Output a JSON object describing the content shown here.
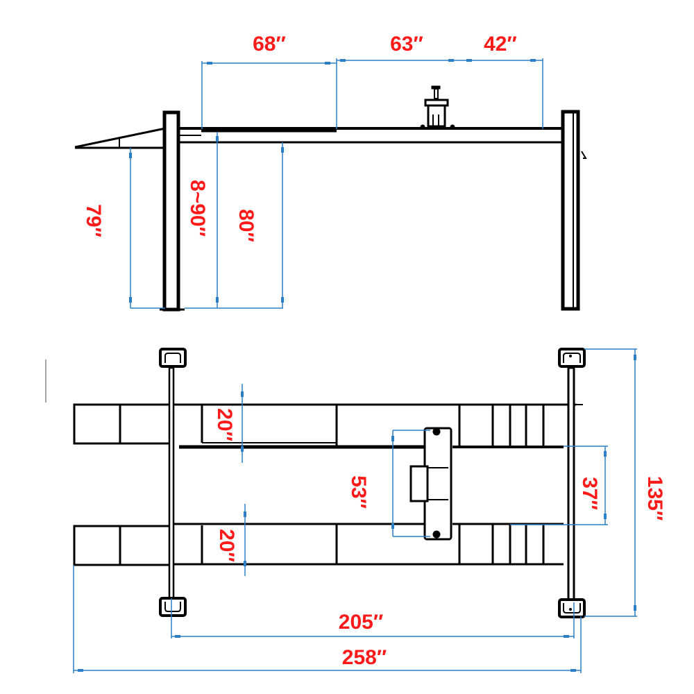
{
  "title": "Four-post lift dimension drawing",
  "colors": {
    "label": "#ff1a1a",
    "dimension_line": "#2a7fc7",
    "structure": "#000000",
    "background": "#ffffff"
  },
  "side_view": {
    "dimensions": {
      "top_left": "68″",
      "top_middle": "63″",
      "top_right": "42″",
      "ramp_height": "79″",
      "runway_height_range": "8~90″",
      "under_beam_height": "80″"
    }
  },
  "top_view": {
    "dimensions": {
      "runway_width_upper": "20″",
      "runway_width_lower": "20″",
      "jack_span": "53″",
      "inner_gap": "37″",
      "overall_width": "135″",
      "post_spacing": "205″",
      "overall_length": "258″"
    }
  }
}
